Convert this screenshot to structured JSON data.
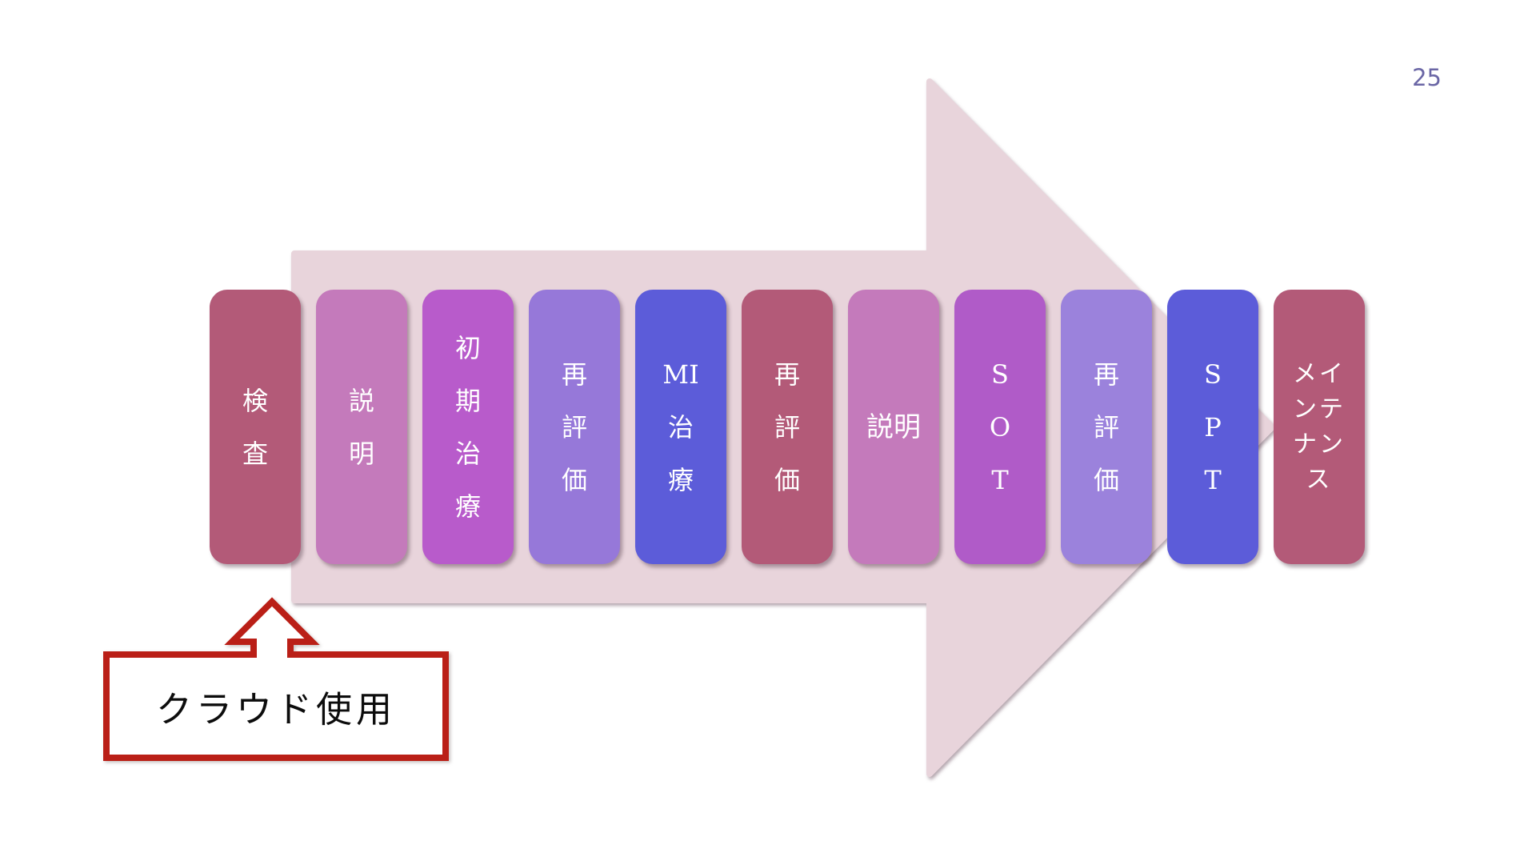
{
  "page_number": "25",
  "page_number_color": "#6A66A5",
  "process": {
    "arrow_color": "#E8D4DB",
    "steps": [
      {
        "label": "検査",
        "lines": [
          "検",
          "査"
        ],
        "color": "#B35A78"
      },
      {
        "label": "説明",
        "lines": [
          "説",
          "明"
        ],
        "color": "#C47ABB"
      },
      {
        "label": "初期治療",
        "lines": [
          "初",
          "期",
          "治",
          "療"
        ],
        "color": "#B85BCB"
      },
      {
        "label": "再評価",
        "lines": [
          "再",
          "評",
          "価"
        ],
        "color": "#9678D9"
      },
      {
        "label": "MI治療",
        "lines": [
          "MI",
          "治",
          "療"
        ],
        "color": "#5C5CD9"
      },
      {
        "label": "再評価",
        "lines": [
          "再",
          "評",
          "価"
        ],
        "color": "#B35A78"
      },
      {
        "label": "説明",
        "lines": [
          "説明"
        ],
        "color": "#C47ABB",
        "single": true
      },
      {
        "label": "SOT",
        "lines": [
          "S",
          "O",
          "T"
        ],
        "color": "#B05BC8"
      },
      {
        "label": "再評価",
        "lines": [
          "再",
          "評",
          "価"
        ],
        "color": "#9B82DC"
      },
      {
        "label": "SPT",
        "lines": [
          "S",
          "P",
          "T"
        ],
        "color": "#5C5CD9"
      },
      {
        "label": "メインテナンス",
        "lines": [
          "メイ",
          "ンテ",
          "ナン",
          "ス"
        ],
        "color": "#B35A78",
        "compact": true
      }
    ]
  },
  "callout": {
    "label": "クラウド使用",
    "border_color": "#BA1F17",
    "fill_color": "#FFFFFF"
  }
}
